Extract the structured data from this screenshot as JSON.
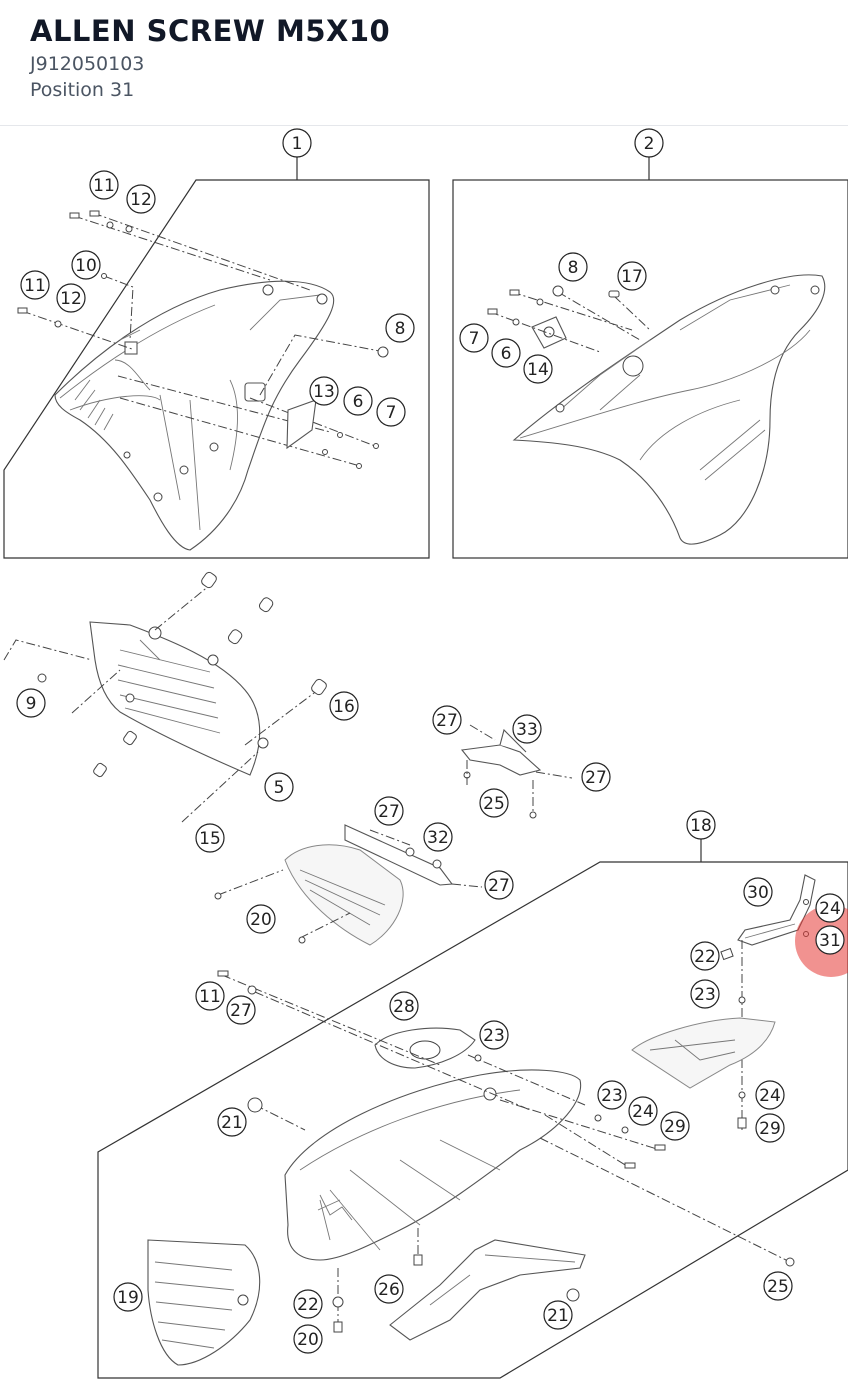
{
  "header": {
    "title": "ALLEN SCREW M5X10",
    "part_number": "J912050103",
    "position": "Position 31"
  },
  "diagram": {
    "highlight": {
      "label": "31",
      "color": "#e53935"
    },
    "callouts": {
      "c1": "1",
      "c2": "2",
      "c11a": "11",
      "c12a": "12",
      "c10": "10",
      "c11b": "11",
      "c12b": "12",
      "c8a": "8",
      "c13": "13",
      "c6a": "6",
      "c7a": "7",
      "c8b": "8",
      "c17": "17",
      "c7b": "7",
      "c6b": "6",
      "c14": "14",
      "c9": "9",
      "c16": "16",
      "c5": "5",
      "c15": "15",
      "c27a": "27",
      "c33": "33",
      "c27b": "27",
      "c25a": "25",
      "c27c": "27",
      "c32": "32",
      "c27d": "27",
      "c20a": "20",
      "c18": "18",
      "c30": "30",
      "c24a": "24",
      "c31": "31",
      "c22a": "22",
      "c23a": "23",
      "c11c": "11",
      "c27e": "27",
      "c28": "28",
      "c23b": "23",
      "c21a": "21",
      "c23c": "23",
      "c24b": "24",
      "c29a": "29",
      "c24c": "24",
      "c29b": "29",
      "c19": "19",
      "c26": "26",
      "c22b": "22",
      "c20b": "20",
      "c21b": "21",
      "c25b": "25"
    }
  }
}
